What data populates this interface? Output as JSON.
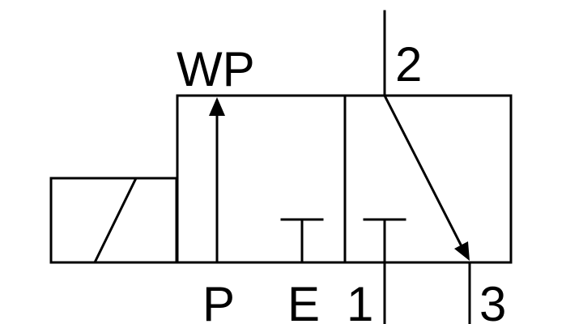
{
  "diagram": {
    "labels": {
      "wp": "WP",
      "port_2": "2",
      "port_p": "P",
      "port_e": "E",
      "port_1": "1",
      "port_3": "3"
    },
    "colors": {
      "stroke": "#000000",
      "background": "#ffffff"
    }
  }
}
